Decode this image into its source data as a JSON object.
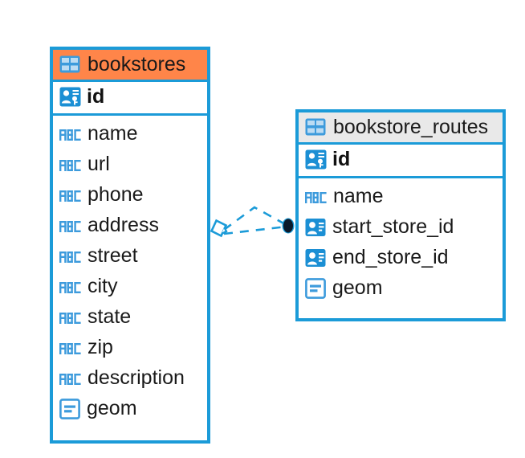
{
  "diagram": {
    "title": "bookstores / bookstore_routes ER diagram",
    "background_color": "#ffffff",
    "accent_color": "#1b9bd8",
    "highlight_color": "#ff8549",
    "header_grey": "#e9e9e9"
  },
  "entities": [
    {
      "name": "bookstores",
      "header_style": "orange",
      "table_icon": "table-icon",
      "primary_key": {
        "label": "id",
        "icon": "primary-key-icon"
      },
      "columns": [
        {
          "label": "name",
          "icon": "abc-text-icon"
        },
        {
          "label": "url",
          "icon": "abc-text-icon"
        },
        {
          "label": "phone",
          "icon": "abc-text-icon"
        },
        {
          "label": "address",
          "icon": "abc-text-icon"
        },
        {
          "label": "street",
          "icon": "abc-text-icon"
        },
        {
          "label": "city",
          "icon": "abc-text-icon"
        },
        {
          "label": "state",
          "icon": "abc-text-icon"
        },
        {
          "label": "zip",
          "icon": "abc-text-icon"
        },
        {
          "label": "description",
          "icon": "abc-text-icon"
        },
        {
          "label": "geom",
          "icon": "geometry-icon"
        }
      ]
    },
    {
      "name": "bookstore_routes",
      "header_style": "grey",
      "table_icon": "table-icon",
      "primary_key": {
        "label": "id",
        "icon": "primary-key-icon"
      },
      "columns": [
        {
          "label": "name",
          "icon": "abc-text-icon"
        },
        {
          "label": "start_store_id",
          "icon": "foreign-key-icon"
        },
        {
          "label": "end_store_id",
          "icon": "foreign-key-icon"
        },
        {
          "label": "geom",
          "icon": "geometry-icon"
        }
      ]
    }
  ],
  "relationship": {
    "name": "bookstores-to-bookstore_routes",
    "source_marker": "diamond-marker",
    "target_marker": "filled-circle-marker",
    "line_style": "dashed",
    "line_color": "#1b9bd8"
  }
}
